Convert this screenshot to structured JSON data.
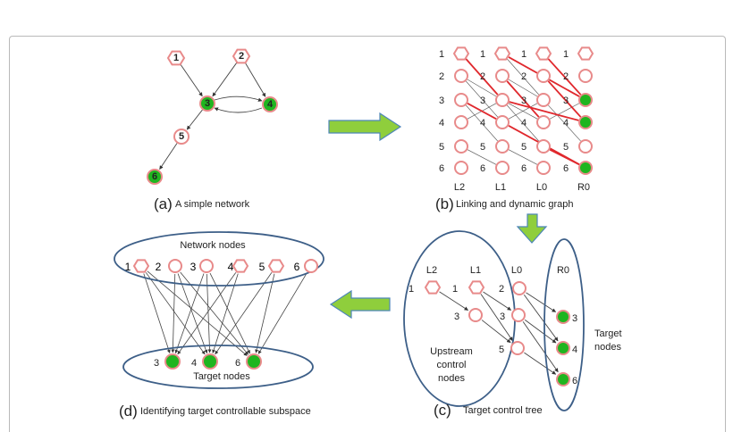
{
  "colors": {
    "node_stroke": "#e88a8a",
    "target_fill": "#1fb51f",
    "red_edge": "#e0282d",
    "arrow_fill": "#8fce3c",
    "arrow_stroke": "#4e86b8",
    "ellipse_stroke": "#3d5f88"
  },
  "panel_a": {
    "caption_letter": "(a)",
    "caption_text": "A simple network",
    "node_labels": [
      "1",
      "2",
      "3",
      "4",
      "5",
      "6"
    ]
  },
  "panel_b": {
    "caption_letter": "(b)",
    "caption_text": "Linking and dynamic graph",
    "row_labels": [
      "1",
      "2",
      "3",
      "4",
      "5",
      "6"
    ],
    "layer_labels": [
      "L2",
      "L1",
      "L0",
      "R0"
    ]
  },
  "panel_c": {
    "caption_letter": "(c)",
    "caption_text": "Target  control tree",
    "layer_labels": [
      "L2",
      "L1",
      "L0",
      "R0"
    ],
    "node_labels": [
      "1",
      "1",
      "2",
      "3",
      "3",
      "5",
      "3",
      "4",
      "6"
    ],
    "upstream_label": [
      "Upstream",
      "control",
      "nodes"
    ],
    "target_label": [
      "Target",
      "nodes"
    ]
  },
  "panel_d": {
    "caption_letter": "(d)",
    "caption_text": "Identifying target controllable subspace",
    "network_label": "Network nodes",
    "target_label": "Target nodes",
    "node_labels": [
      "1",
      "2",
      "3",
      "4",
      "5",
      "6"
    ],
    "target_node_labels": [
      "3",
      "4",
      "6"
    ]
  }
}
